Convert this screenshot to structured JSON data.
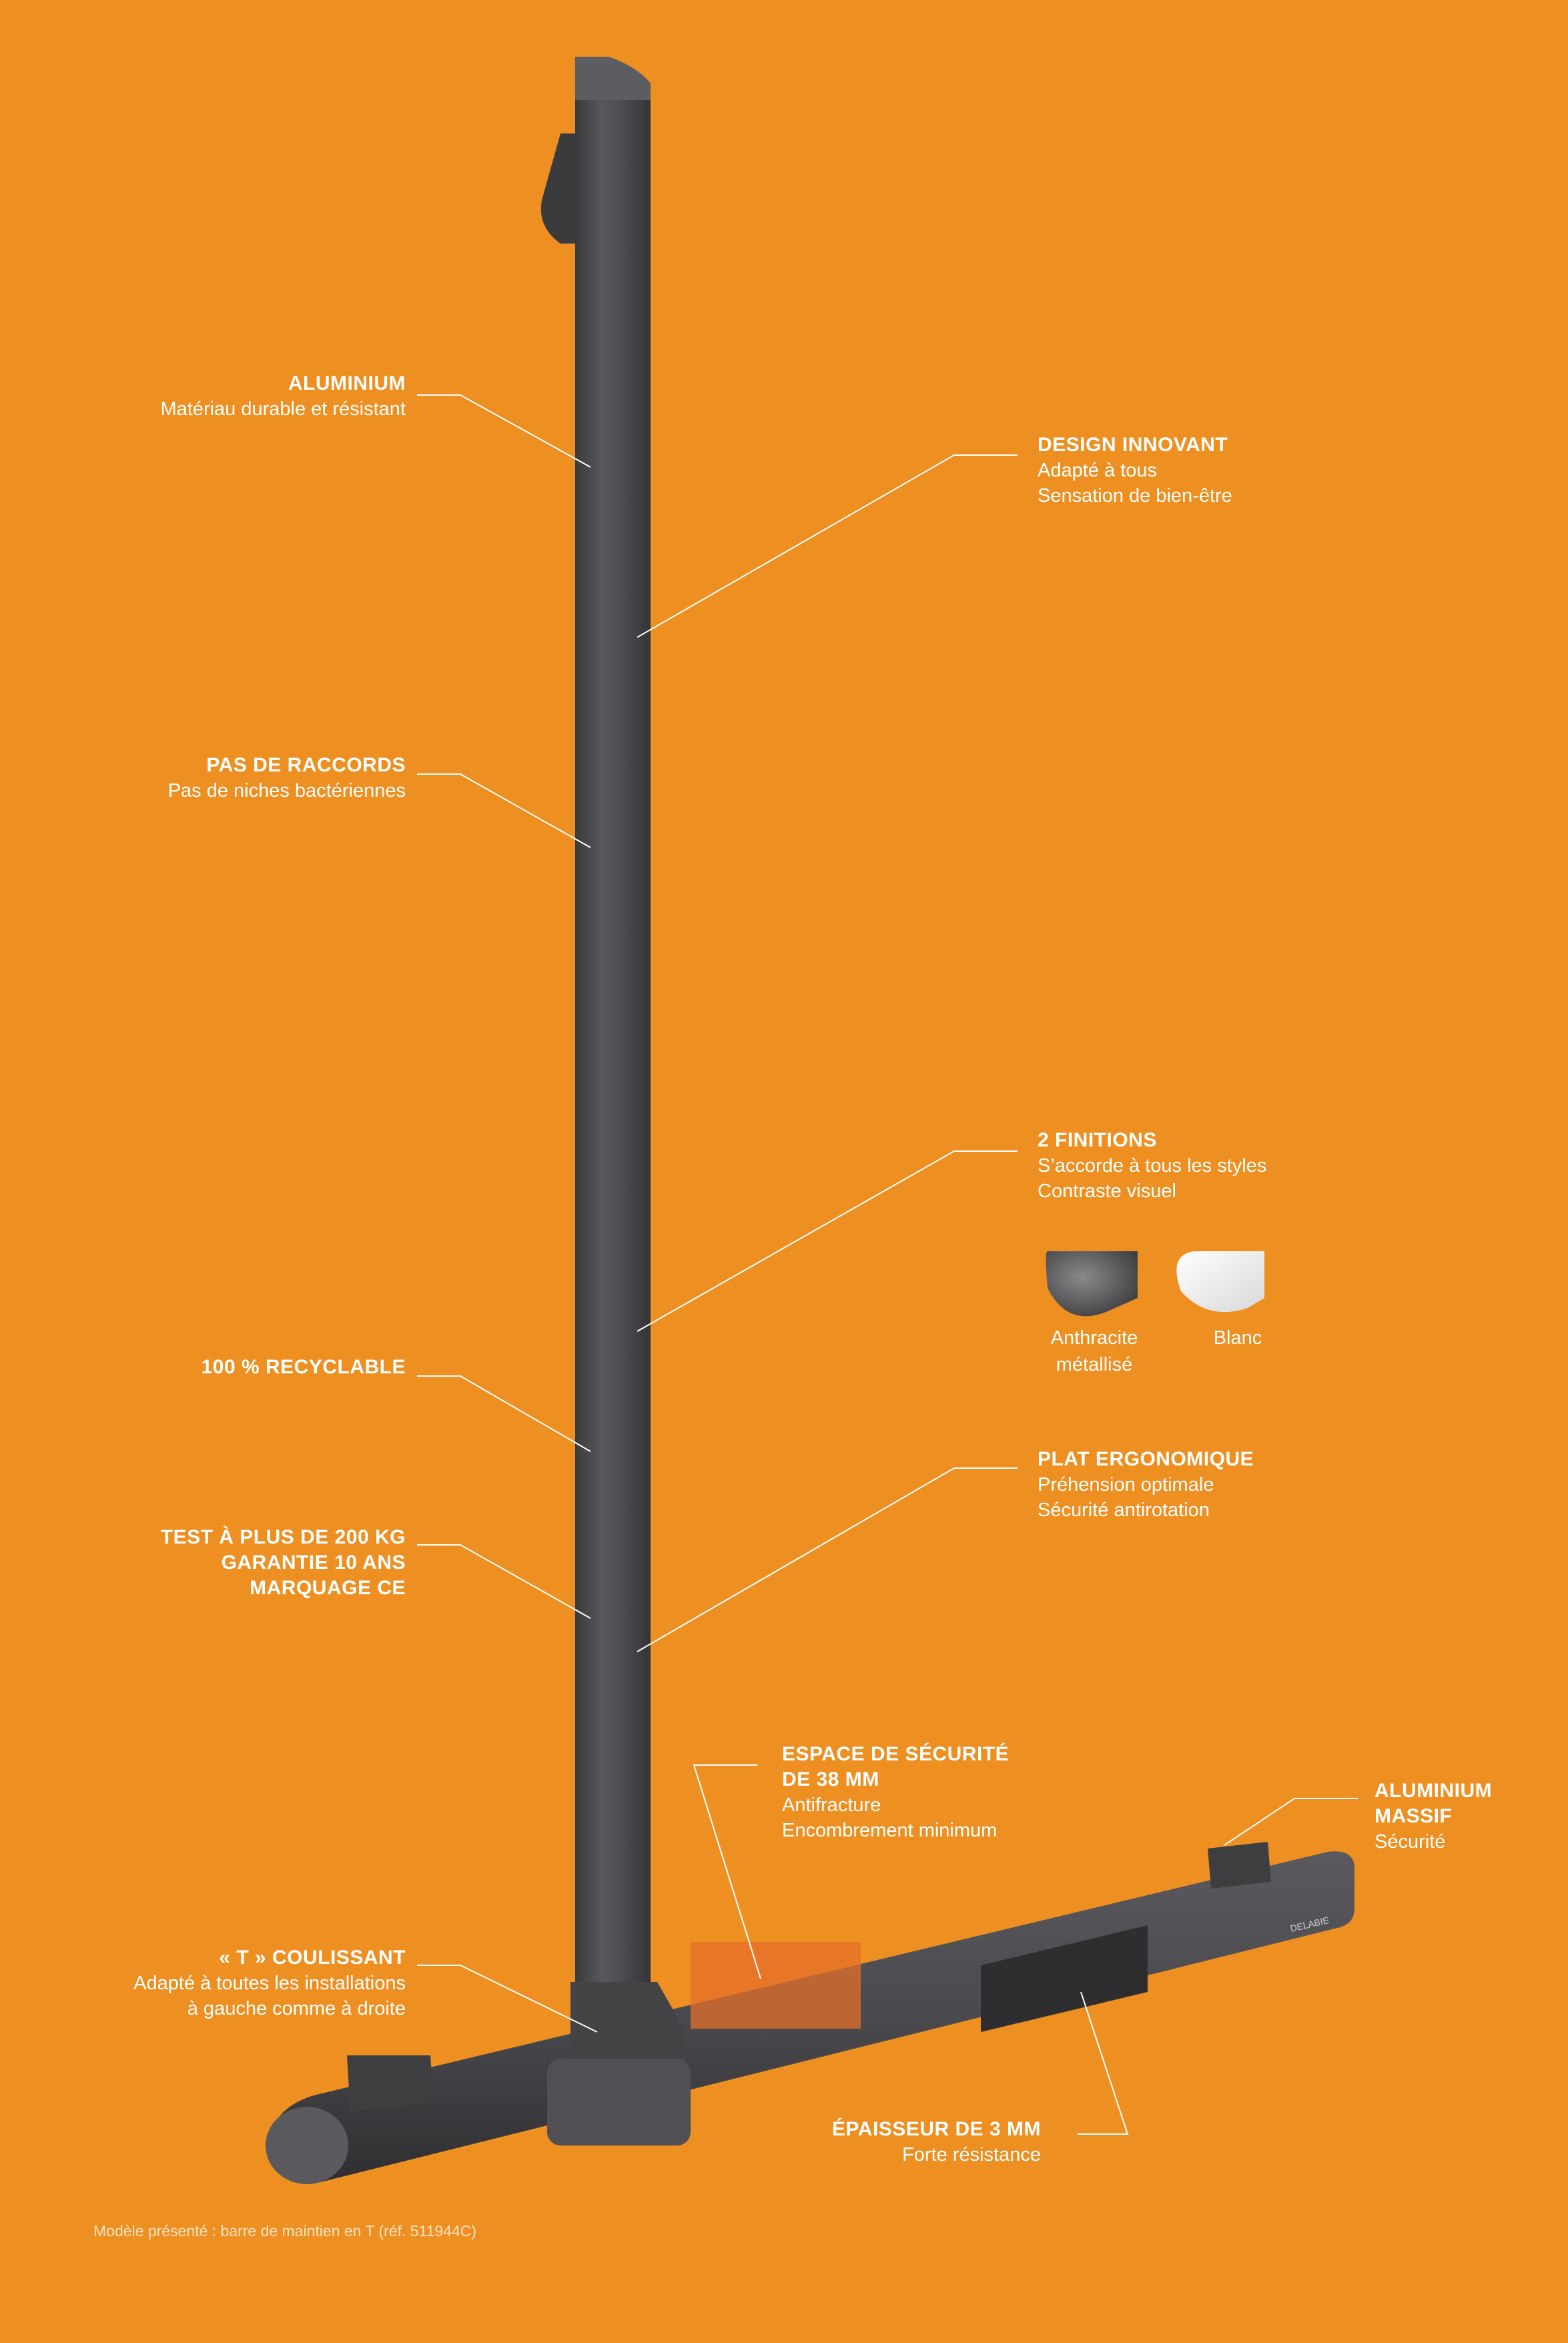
{
  "callouts": {
    "aluminium": {
      "title": "ALUMINIUM",
      "lines": [
        "Matériau durable et résistant"
      ]
    },
    "design": {
      "title": "DESIGN INNOVANT",
      "lines": [
        "Adapté à tous",
        "Sensation de bien-être"
      ]
    },
    "raccords": {
      "title": "PAS DE RACCORDS",
      "lines": [
        "Pas de niches bactériennes"
      ]
    },
    "finitions": {
      "title": "2 FINITIONS",
      "lines": [
        "S’accorde à tous les styles",
        "Contraste visuel"
      ]
    },
    "recyclable": {
      "title": "100 % RECYCLABLE"
    },
    "plat": {
      "title": "PLAT ERGONOMIQUE",
      "lines": [
        "Préhension optimale",
        "Sécurité antirotation"
      ]
    },
    "test": {
      "title_lines": [
        "TEST À PLUS DE 200 KG",
        "GARANTIE 10 ANS",
        "MARQUAGE CE"
      ]
    },
    "espace": {
      "title_lines": [
        "ESPACE DE SÉCURITÉ",
        "DE 38 MM"
      ],
      "lines": [
        "Antifracture",
        "Encombrement minimum"
      ]
    },
    "massif": {
      "title_lines": [
        "ALUMINIUM",
        "MASSIF"
      ],
      "lines": [
        "Sécurité"
      ]
    },
    "coulissant": {
      "title": "« T » COULISSANT",
      "lines": [
        "Adapté à toutes les installations",
        "à gauche comme à droite"
      ]
    },
    "epaisseur": {
      "title": "ÉPAISSEUR DE 3 MM",
      "lines": [
        "Forte résistance"
      ]
    }
  },
  "finishes": [
    {
      "label_lines": [
        "Anthracite",
        "métallisé"
      ],
      "color": "#5a5a5c"
    },
    {
      "label_lines": [
        "Blanc"
      ],
      "color": "#f4f4f4"
    }
  ],
  "brand_mark": "DELABIE",
  "footnote": "Modèle présenté : barre de maintien en T (réf. 511944C)",
  "colors": {
    "background": "#EE8F22",
    "bar": "#4a4a4d",
    "text": "#ffffff"
  }
}
